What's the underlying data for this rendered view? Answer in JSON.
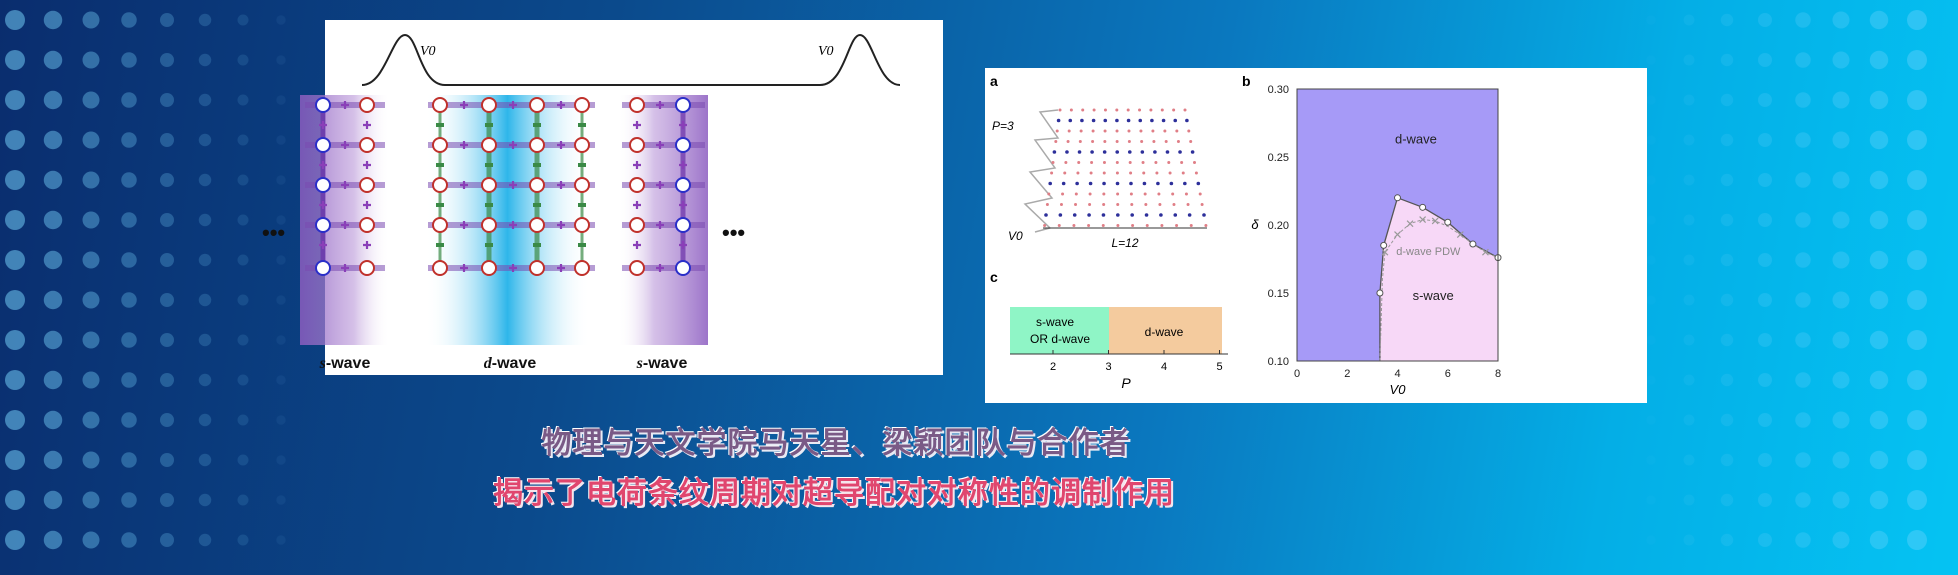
{
  "left_figure": {
    "potential_label_left": "V0",
    "potential_label_right": "V0",
    "ellipsis_left": "•••",
    "ellipsis_right": "•••",
    "labels": [
      {
        "italic": "s",
        "text": "-wave"
      },
      {
        "italic": "d",
        "text": "-wave"
      },
      {
        "italic": "s",
        "text": "-wave"
      }
    ],
    "colors": {
      "s_wave_bg": "#8e5cc0",
      "d_wave_bg": "#37b8e8",
      "red_site": "#c0312b",
      "blue_site": "#2a2fc8",
      "bond_green": "#3a8a46"
    }
  },
  "right_figure": {
    "panel_a": {
      "letter": "a",
      "period_label": "P=3",
      "length_label": "L=12",
      "v0_label": "V0"
    },
    "panel_c": {
      "letter": "c",
      "regions": [
        {
          "label_line1": "s-wave",
          "label_line2": "OR d-wave",
          "color": "#8ff5c6"
        },
        {
          "label_line1": "d-wave",
          "color": "#f4cb9e"
        }
      ],
      "xlabel": "P",
      "ticks": [
        "2",
        "3",
        "4",
        "5"
      ]
    }
  },
  "chart_data": {
    "type": "area",
    "title": "b",
    "xlabel": "V0",
    "ylabel": "δ",
    "xlim": [
      0,
      8
    ],
    "ylim": [
      0.1,
      0.3
    ],
    "xticks": [
      "0",
      "2",
      "4",
      "6",
      "8"
    ],
    "yticks": [
      "0.10",
      "0.15",
      "0.20",
      "0.25",
      "0.30"
    ],
    "region_labels": {
      "upper": "d-wave",
      "lower": "s-wave",
      "pdw": "d-wave PDW"
    },
    "colors": {
      "upper": "#a69af7",
      "lower": "#f7d8f7"
    },
    "boundary": {
      "x": [
        3.3,
        3.3,
        3.45,
        4,
        5,
        6,
        7,
        8
      ],
      "y": [
        0.1,
        0.15,
        0.185,
        0.22,
        0.213,
        0.202,
        0.186,
        0.176
      ]
    },
    "pdw_boundary": {
      "x": [
        3.3,
        3.4,
        3.5,
        4,
        4.5,
        5,
        5.5,
        6,
        6.5,
        7,
        7.5,
        8
      ],
      "y": [
        0.1,
        0.16,
        0.18,
        0.193,
        0.201,
        0.204,
        0.203,
        0.199,
        0.193,
        0.186,
        0.18,
        0.176
      ]
    }
  },
  "caption": {
    "line1": "物理与天文学院马天星、梁颖团队与合作者",
    "line2": "揭示了电荷条纹周期对超导配对对称性的调制作用"
  }
}
